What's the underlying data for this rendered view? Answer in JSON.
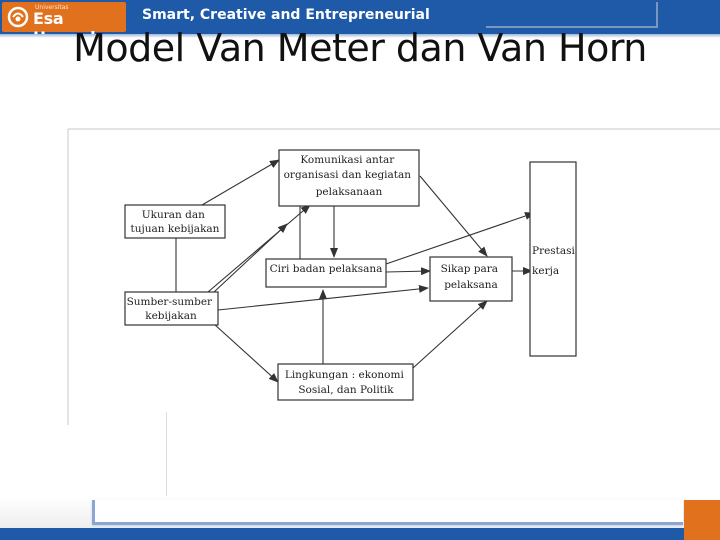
{
  "header": {
    "logo_small": "Universitas",
    "logo_name": "Esa Unggul",
    "tagline": "Smart, Creative and Entrepreneurial"
  },
  "slide": {
    "title": "Model Van Meter dan Van Horn"
  },
  "diagram": {
    "nodes": {
      "ukuran": [
        "Ukuran dan",
        "tujuan kebijakan"
      ],
      "sumber": [
        "Sumber-sumber",
        "kebijakan"
      ],
      "komunikasi": [
        "Komunikasi antar",
        "organisasi dan kegiatan",
        "pelaksanaan"
      ],
      "ciri": [
        "Ciri badan pelaksana"
      ],
      "lingkungan": [
        "Lingkungan : ekonomi",
        "Sosial, dan Politik"
      ],
      "sikap": [
        "Sikap para",
        "pelaksana"
      ],
      "prestasi": [
        "Prestasi",
        "kerja"
      ]
    }
  },
  "colors": {
    "brand_blue": "#1e5aa8",
    "brand_orange": "#e2711d"
  }
}
